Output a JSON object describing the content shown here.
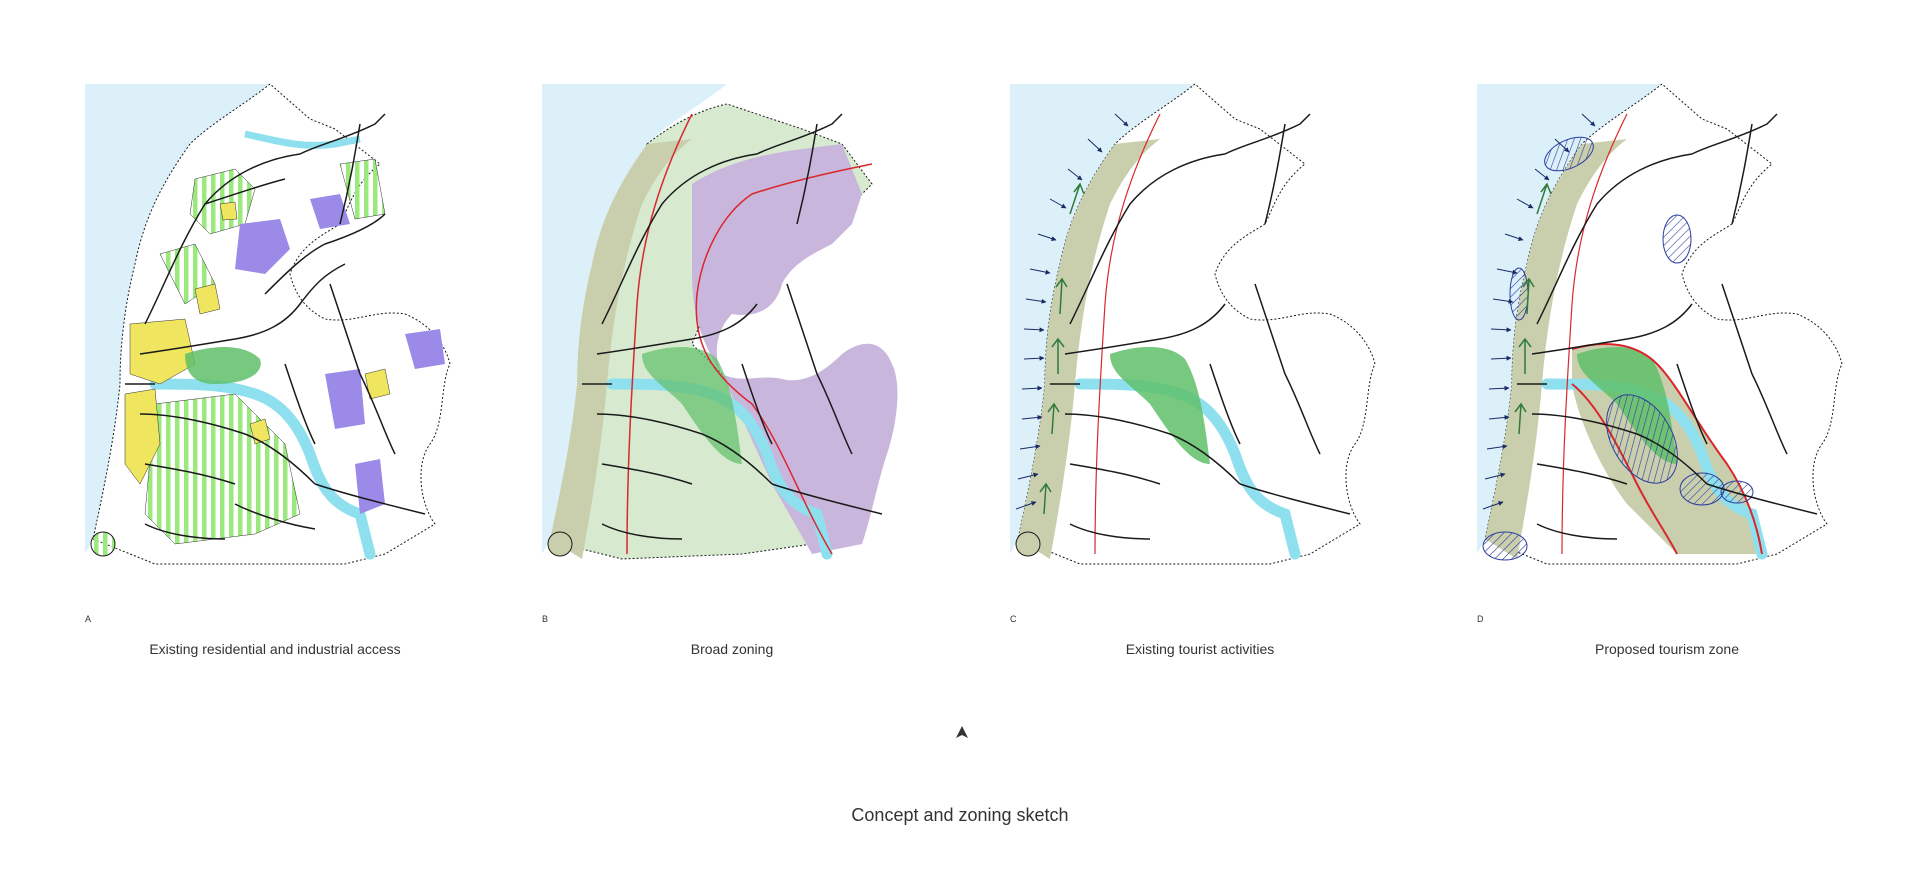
{
  "title": "Concept and zoning sketch",
  "panels": [
    {
      "letter": "A",
      "caption": "Existing residential and industrial access"
    },
    {
      "letter": "B",
      "caption": "Broad zoning"
    },
    {
      "letter": "C",
      "caption": "Existing tourist activities"
    },
    {
      "letter": "D",
      "caption": "Proposed tourism zone"
    }
  ],
  "icons": {
    "north_arrow": "north-arrow-icon"
  },
  "colors": {
    "sea": "#dcf0fa",
    "river": "#8fe0ee",
    "residential_yellow": "#efe55e",
    "residential_green_stripe": "#9be87c",
    "industrial_purple": "#9b8ae8",
    "zoning_purple": "#c9b6dc",
    "zoning_green": "#d7ead0",
    "coastal_olive": "#c9cfad",
    "tourist_green": "#5fbf6a",
    "boundary_red": "#d9272c",
    "proposal_hatch_blue": "#2c3e9e",
    "road_black": "#1a1a1a"
  }
}
